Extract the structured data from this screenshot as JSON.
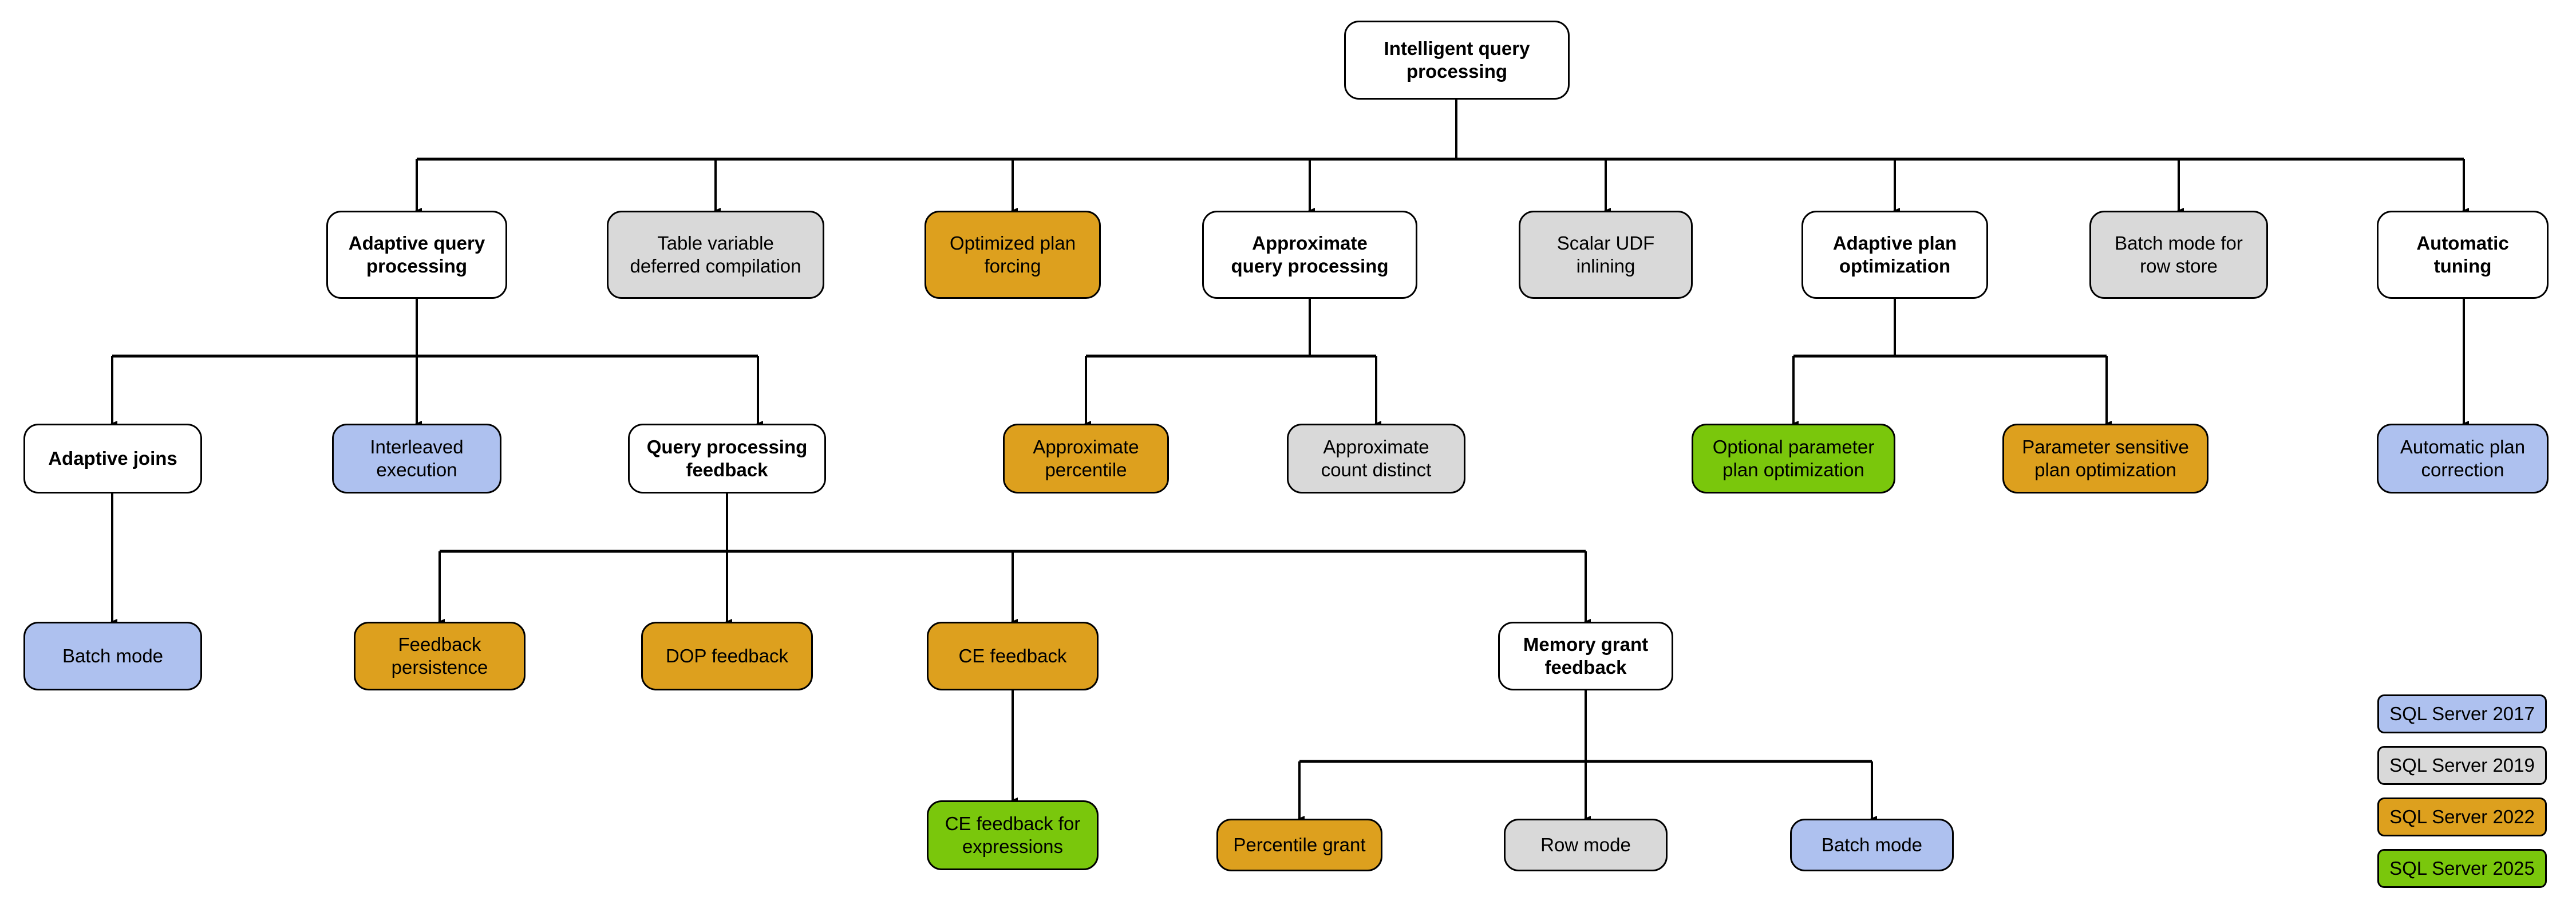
{
  "diagram": {
    "title": "Intelligent query processing",
    "type": "hierarchy-tree",
    "background": "#ffffff",
    "line_color": "#000000"
  },
  "palette": {
    "sql_server_2017": "#aec1ef",
    "sql_server_2019": "#d9d9d9",
    "sql_server_2022": "#dda01e",
    "sql_server_2025": "#7ac70c",
    "parent": "#ffffff",
    "border": "#000000"
  },
  "nodes": {
    "root": {
      "label": "Intelligent query\nprocessing",
      "fill": "parent"
    },
    "adaptive_query_processing": {
      "label": "Adaptive query\nprocessing",
      "fill": "parent"
    },
    "table_variable_deferred_compilation": {
      "label": "Table variable\ndeferred compilation",
      "fill": "sql_server_2019"
    },
    "optimized_plan_forcing": {
      "label": "Optimized plan\nforcing",
      "fill": "sql_server_2022"
    },
    "approximate_query_processing": {
      "label": "Approximate\nquery processing",
      "fill": "parent"
    },
    "scalar_udf_inlining": {
      "label": "Scalar UDF\ninlining",
      "fill": "sql_server_2019"
    },
    "adaptive_plan_optimization": {
      "label": "Adaptive plan\noptimization",
      "fill": "parent"
    },
    "batch_mode_for_row_store": {
      "label": "Batch mode for\nrow store",
      "fill": "sql_server_2019"
    },
    "automatic_tuning": {
      "label": "Automatic\ntuning",
      "fill": "parent"
    },
    "adaptive_joins": {
      "label": "Adaptive joins",
      "fill": "parent"
    },
    "interleaved_execution": {
      "label": "Interleaved\nexecution",
      "fill": "sql_server_2017"
    },
    "query_processing_feedback": {
      "label": "Query processing\nfeedback",
      "fill": "parent"
    },
    "approximate_percentile": {
      "label": "Approximate\npercentile",
      "fill": "sql_server_2022"
    },
    "approximate_count_distinct": {
      "label": "Approximate\ncount distinct",
      "fill": "sql_server_2019"
    },
    "optional_parameter_plan_optimization": {
      "label": "Optional parameter\nplan optimization",
      "fill": "sql_server_2025"
    },
    "parameter_sensitive_plan_optimization": {
      "label": "Parameter sensitive\nplan optimization",
      "fill": "sql_server_2022"
    },
    "automatic_plan_correction": {
      "label": "Automatic plan\ncorrection",
      "fill": "sql_server_2017"
    },
    "batch_mode_adaptive_joins": {
      "label": "Batch mode",
      "fill": "sql_server_2017"
    },
    "feedback_persistence": {
      "label": "Feedback\npersistence",
      "fill": "sql_server_2022"
    },
    "dop_feedback": {
      "label": "DOP feedback",
      "fill": "sql_server_2022"
    },
    "ce_feedback": {
      "label": "CE feedback",
      "fill": "sql_server_2022"
    },
    "memory_grant_feedback": {
      "label": "Memory grant\nfeedback",
      "fill": "parent"
    },
    "ce_feedback_for_expressions": {
      "label": "CE feedback for\nexpressions",
      "fill": "sql_server_2025"
    },
    "percentile_grant": {
      "label": "Percentile grant",
      "fill": "sql_server_2022"
    },
    "row_mode": {
      "label": "Row mode",
      "fill": "sql_server_2019"
    },
    "batch_mode_memory_grant": {
      "label": "Batch mode",
      "fill": "sql_server_2017"
    }
  },
  "legend": {
    "items": [
      {
        "label": "SQL Server 2017",
        "fill": "sql_server_2017"
      },
      {
        "label": "SQL Server 2019",
        "fill": "sql_server_2019"
      },
      {
        "label": "SQL Server 2022",
        "fill": "sql_server_2022"
      },
      {
        "label": "SQL Server 2025",
        "fill": "sql_server_2025"
      }
    ]
  }
}
